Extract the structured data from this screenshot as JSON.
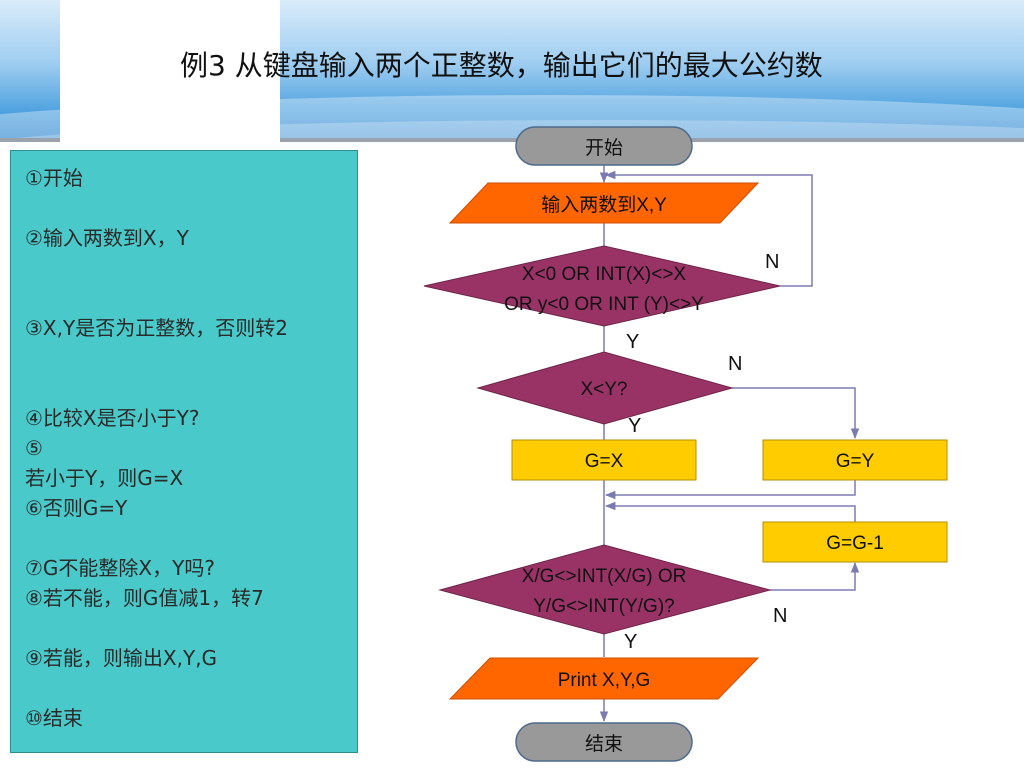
{
  "title": "例3  从键盘输入两个正整数，输出它们的最大公约数",
  "steps": [
    "①开始",
    "",
    "②输入两数到X，Y",
    "",
    "",
    "③X,Y是否为正整数，否则转2",
    "",
    "",
    "④比较X是否小于Y?",
    "⑤",
    "若小于Y，则G=X",
    "⑥否则G=Y",
    "",
    "⑦G不能整除X，Y吗?",
    "⑧若不能，则G值减1，转7",
    "",
    "⑨若能，则输出X,Y,G",
    "",
    "⑩结束"
  ],
  "flowchart": {
    "start": "开始",
    "input": "输入两数到X,Y",
    "check_positive": [
      "X<0 OR INT(X)<>X",
      "OR y<0 OR INT (Y)<>Y"
    ],
    "compare": "X<Y?",
    "g_eq_x": "G=X",
    "g_eq_y": "G=Y",
    "g_decrement": "G=G-1",
    "divisible_check": [
      "X/G<>INT(X/G) OR",
      "Y/G<>INT(Y/G)?"
    ],
    "output": "Print X,Y,G",
    "end": "结束",
    "labels": {
      "check_positive_no": "N",
      "check_positive_yes": "Y",
      "compare_no": "N",
      "compare_yes": "Y",
      "divisible_no": "N",
      "divisible_yes": "Y"
    }
  },
  "colors": {
    "terminal": "#999999",
    "io": "#ff6600",
    "decision": "#993366",
    "process": "#ffcc00",
    "panel": "#49c9c9",
    "connector": "#7b7bb0"
  }
}
